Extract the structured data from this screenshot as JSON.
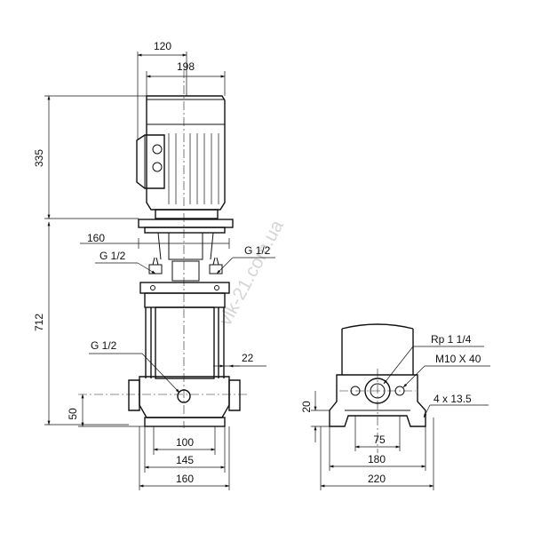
{
  "dimensions": {
    "top_flange_width": "120",
    "motor_width": "198",
    "motor_height": "335",
    "coupling_width": "160",
    "gauge_port_left": "G 1/2",
    "gauge_port_right": "G 1/2",
    "total_height": "712",
    "drain_port": "G 1/2",
    "port_offset": "22",
    "inlet_height": "50",
    "base_inner": "100",
    "base_mid": "145",
    "base_outer": "160",
    "inlet_thread": "Rp 1 1/4",
    "bolt_thread": "M10 X 40",
    "mount_holes": "4  x  13.5",
    "foot_height": "20",
    "foot_75": "75",
    "foot_180": "180",
    "foot_220": "220"
  },
  "watermark": "vlk-21.com.ua"
}
